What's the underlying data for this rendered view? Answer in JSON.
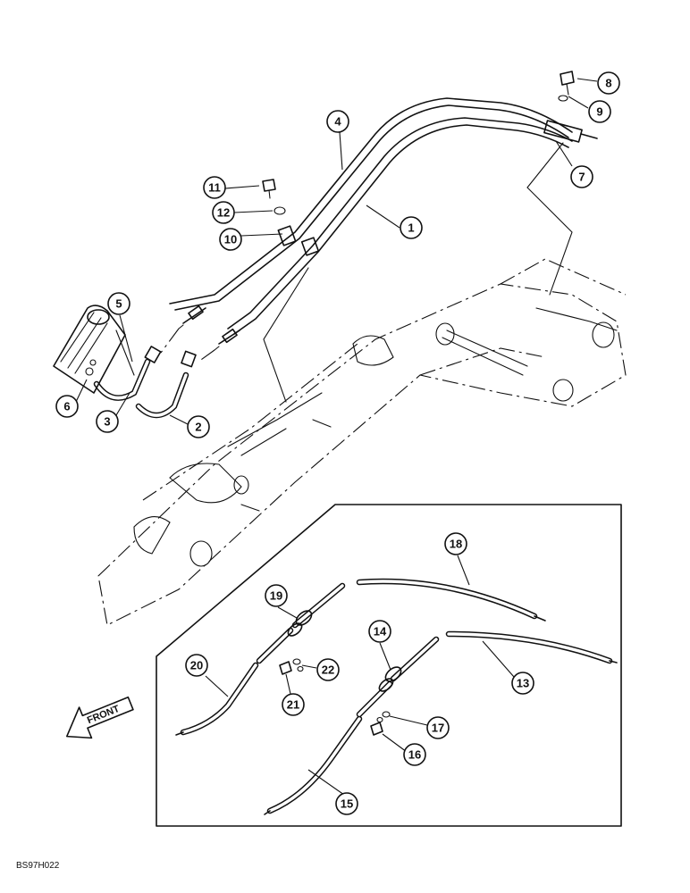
{
  "callouts": [
    {
      "id": "1",
      "label": "1"
    },
    {
      "id": "2",
      "label": "2"
    },
    {
      "id": "3",
      "label": "3"
    },
    {
      "id": "4",
      "label": "4"
    },
    {
      "id": "5",
      "label": "5"
    },
    {
      "id": "6",
      "label": "6"
    },
    {
      "id": "7",
      "label": "7"
    },
    {
      "id": "8",
      "label": "8"
    },
    {
      "id": "9",
      "label": "9"
    },
    {
      "id": "10",
      "label": "10"
    },
    {
      "id": "11",
      "label": "11"
    },
    {
      "id": "12",
      "label": "12"
    },
    {
      "id": "13",
      "label": "13"
    },
    {
      "id": "14",
      "label": "14"
    },
    {
      "id": "15",
      "label": "15"
    },
    {
      "id": "16",
      "label": "16"
    },
    {
      "id": "17",
      "label": "17"
    },
    {
      "id": "18",
      "label": "18"
    },
    {
      "id": "19",
      "label": "19"
    },
    {
      "id": "20",
      "label": "20"
    },
    {
      "id": "21",
      "label": "21"
    },
    {
      "id": "22",
      "label": "22"
    }
  ],
  "front_label": "FRONT",
  "figure_code": "BS97H022"
}
